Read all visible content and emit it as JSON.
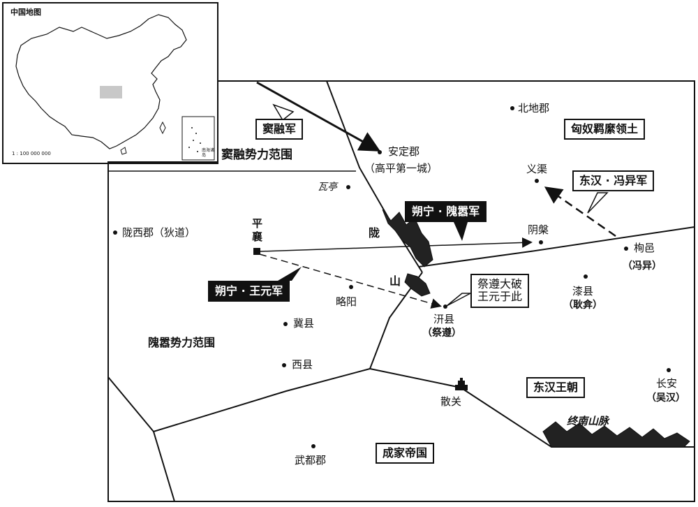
{
  "inset": {
    "title": "中国地图",
    "scale": "1 : 100 000 000",
    "south_sea_label": "南海诸岛"
  },
  "places": {
    "anding": "安定郡",
    "anding_note": "（高平第一城）",
    "beidi": "北地郡",
    "waiting": "瓦亭",
    "yiqu": "义渠",
    "longxi": "陇西郡（狄道）",
    "pingxiang_1": "平",
    "pingxiang_2": "襄",
    "yinpan": "阴槃",
    "xunyi": "栒邑",
    "xunyi_note": "（冯异）",
    "lueyang": "略阳",
    "qixian": "漆县",
    "qixian_note": "（耿弇）",
    "qianxian": "汧县",
    "qianxian_note": "（祭遵）",
    "jixian": "冀县",
    "xixian": "西县",
    "changan": "长安",
    "changan_note": "（吴汉）",
    "sanguan": "散关",
    "wudu": "武都郡"
  },
  "regions": {
    "xiongnu": "匈奴羁縻领土",
    "dourong_sphere": "窦融势力范围",
    "weixiao_sphere": "隗嚣势力范围",
    "eastern_han": "东汉王朝",
    "chengjia": "成家帝国"
  },
  "armies": {
    "dourong": "窦融军",
    "fengyi": "东汉 · 冯异军",
    "shuoning_weixiao": "朔宁 · 隗嚣军",
    "shuoning_wangyuan": "朔宁 · 王元军"
  },
  "annotation": {
    "line1": "祭遵大破",
    "line2": "王元于此"
  },
  "mountains": {
    "long_char1": "陇",
    "long_char2": "山",
    "zhongnan": "终南山脉"
  }
}
